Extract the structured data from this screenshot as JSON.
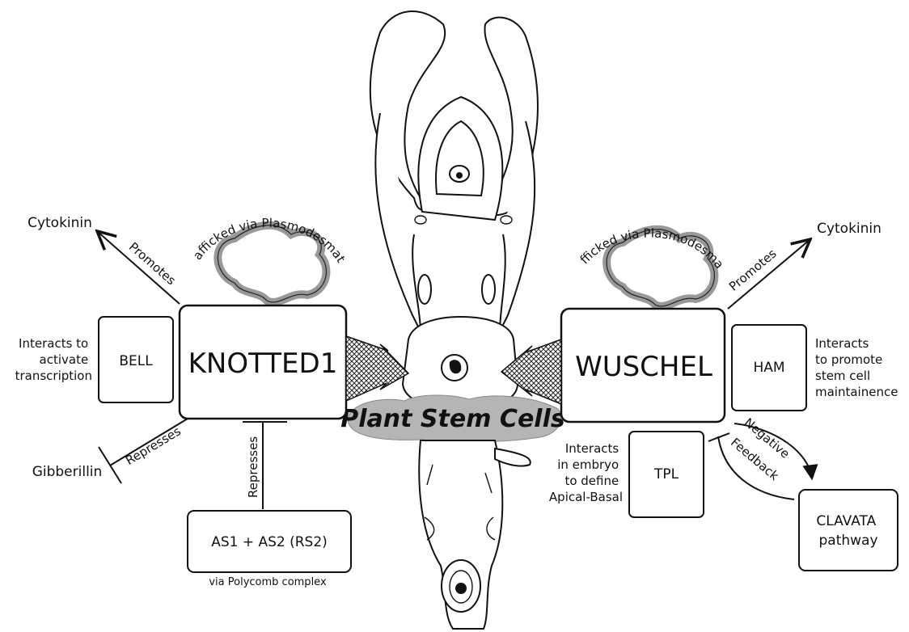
{
  "title": "Plant Stem Cells",
  "left": {
    "main": "KNOTTED1",
    "partner": "BELL",
    "partner_note_lines": [
      "Interacts to",
      "activate",
      "transcription"
    ],
    "trafficked": "Trafficked via Plasmodesmata",
    "promotes_label": "Promotes",
    "promotes_target": "Cytokinin",
    "represses_label": "Represses",
    "represses_target": "Gibberillin",
    "represses_down_label": "Represses",
    "target_box": "AS1 + AS2 (RS2)",
    "target_note": "via Polycomb complex"
  },
  "right": {
    "main": "WUSCHEL",
    "partner": "HAM",
    "partner_note_lines": [
      "Interacts",
      "to promote",
      "stem cell",
      "maintainence"
    ],
    "trafficked": "Trafficked via Plasmodesmata",
    "promotes_label": "Promotes",
    "promotes_target": "Cytokinin",
    "tpl_box": "TPL",
    "tpl_note_lines": [
      "Interacts",
      "in embryo",
      "to define",
      "Apical-Basal"
    ],
    "feedback_line1": "Negative",
    "feedback_line2": "Feedback",
    "clavata_lines": [
      "CLAVATA",
      "pathway"
    ]
  }
}
